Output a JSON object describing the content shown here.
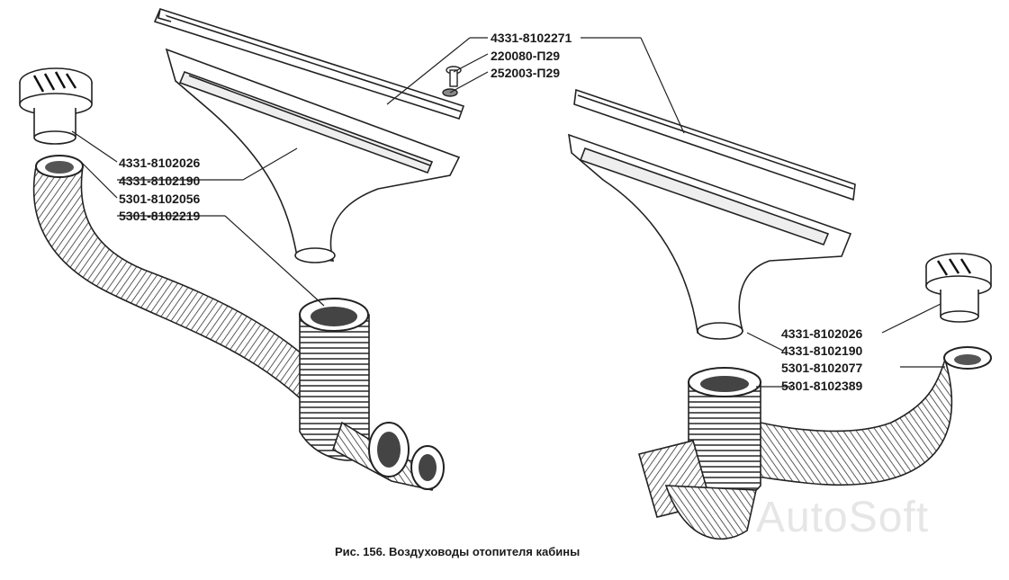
{
  "caption": "Рис. 156. Воздуховоды отопителя кабины",
  "watermark": "AutoSoft",
  "labels": {
    "l1": "4331-8102271",
    "l2": "220080-П29",
    "l3": "252003-П29",
    "l4": "4331-8102026",
    "l5": "4331-8102190",
    "l6": "5301-8102056",
    "l7": "5301-8102219",
    "r1": "4331-8102026",
    "r2": "4331-8102190",
    "r3": "5301-8102077",
    "r4": "5301-8102389"
  }
}
